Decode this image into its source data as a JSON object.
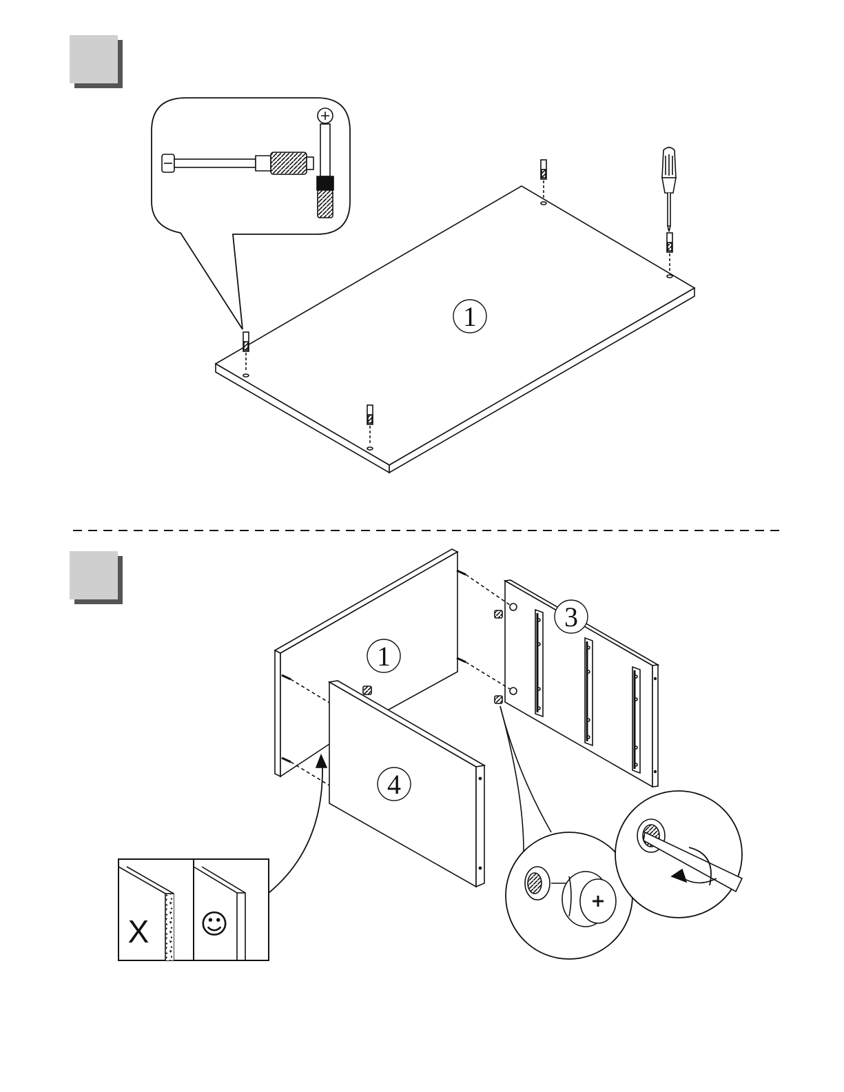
{
  "steps": [
    {
      "parts": [
        {
          "label": "1"
        }
      ]
    },
    {
      "parts": [
        {
          "label": "1"
        },
        {
          "label": "3"
        },
        {
          "label": "4"
        }
      ],
      "edge_compare": {
        "wrong_symbol": "X",
        "right_symbol": "☺"
      }
    }
  ],
  "colors": {
    "ink": "#111111",
    "step_box_fill": "#cfcfcf",
    "step_box_shadow": "#555555"
  }
}
